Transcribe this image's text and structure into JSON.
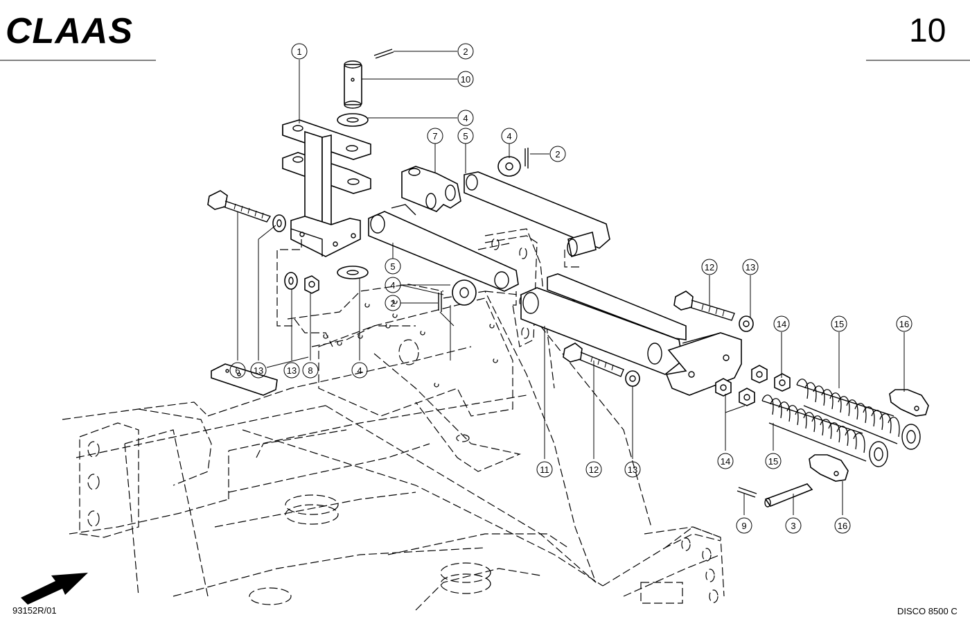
{
  "header": {
    "brand": "CLAAS",
    "page_number": "10"
  },
  "footer": {
    "drawing_id": "93152R/01",
    "model": "DISCO 8500 C"
  },
  "callouts": [
    {
      "id": "c1",
      "label": "1"
    },
    {
      "id": "c2a",
      "label": "2"
    },
    {
      "id": "c10",
      "label": "10"
    },
    {
      "id": "c4a",
      "label": "4"
    },
    {
      "id": "c7",
      "label": "7"
    },
    {
      "id": "c5a",
      "label": "5"
    },
    {
      "id": "c4b",
      "label": "4"
    },
    {
      "id": "c2b",
      "label": "2"
    },
    {
      "id": "c5b",
      "label": "5"
    },
    {
      "id": "c4c",
      "label": "4"
    },
    {
      "id": "c2c",
      "label": "2"
    },
    {
      "id": "c12a",
      "label": "12"
    },
    {
      "id": "c13a",
      "label": "13"
    },
    {
      "id": "c14a",
      "label": "14"
    },
    {
      "id": "c15a",
      "label": "15"
    },
    {
      "id": "c16a",
      "label": "16"
    },
    {
      "id": "c6",
      "label": "6"
    },
    {
      "id": "c13b",
      "label": "13"
    },
    {
      "id": "c13c",
      "label": "13"
    },
    {
      "id": "c8",
      "label": "8"
    },
    {
      "id": "c4d",
      "label": "4"
    },
    {
      "id": "c11",
      "label": "11"
    },
    {
      "id": "c12b",
      "label": "12"
    },
    {
      "id": "c13d",
      "label": "13"
    },
    {
      "id": "c14b",
      "label": "14"
    },
    {
      "id": "c15b",
      "label": "15"
    },
    {
      "id": "c16b",
      "label": "16"
    },
    {
      "id": "c9",
      "label": "9"
    },
    {
      "id": "c3",
      "label": "3"
    }
  ]
}
